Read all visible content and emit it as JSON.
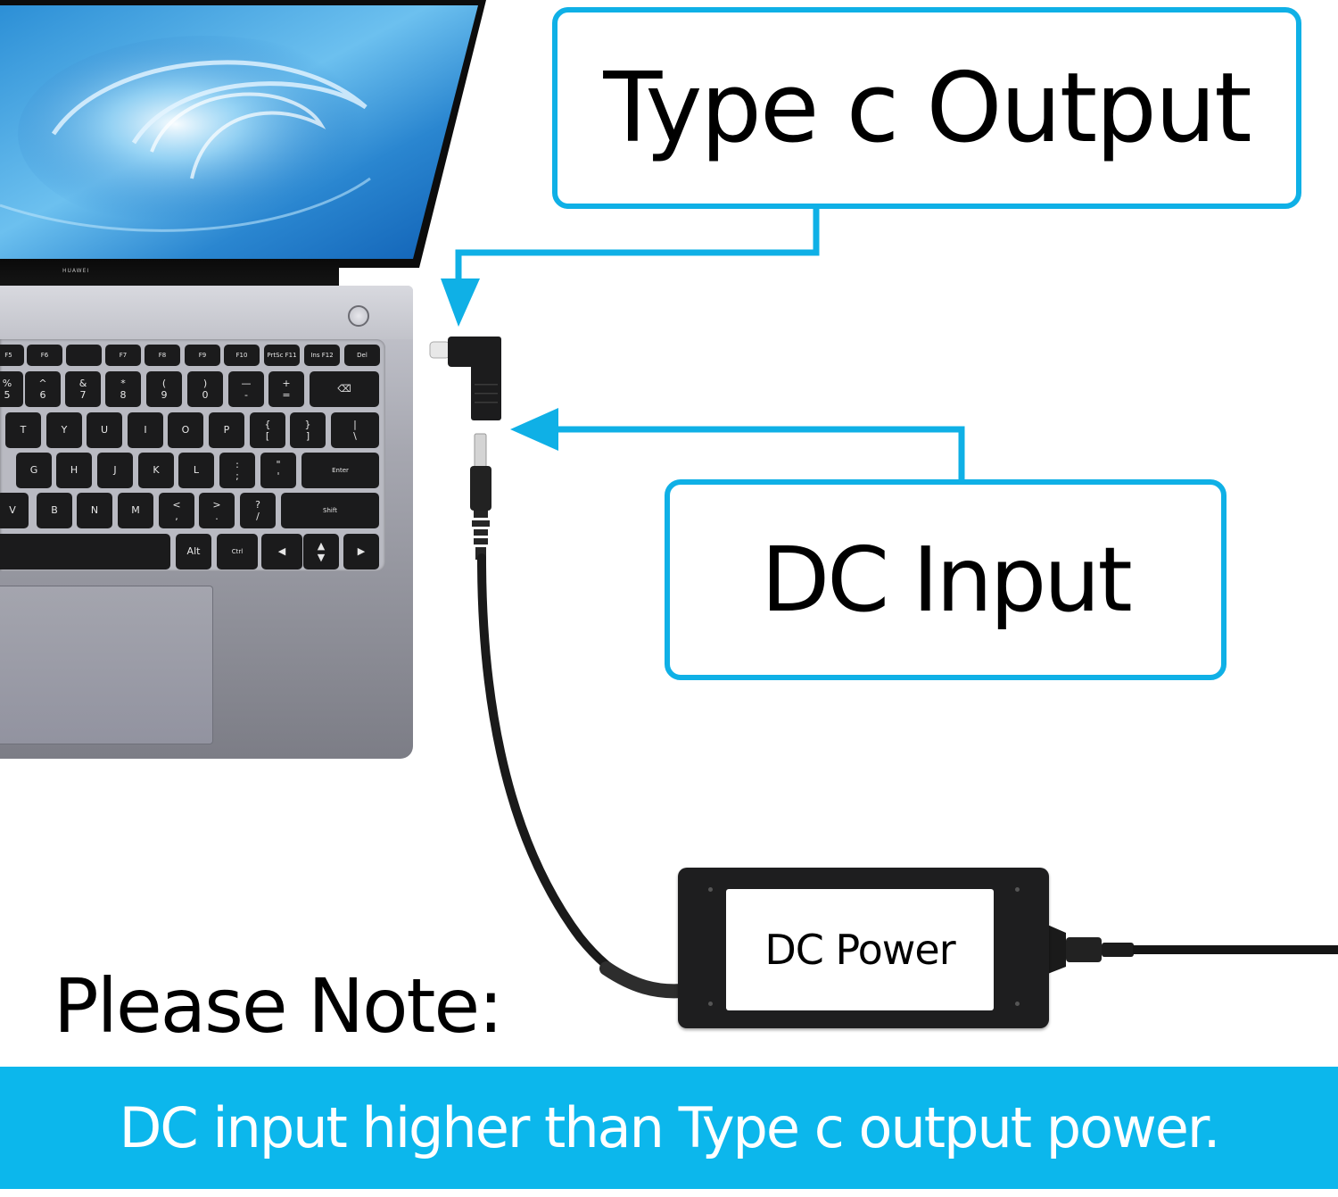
{
  "callouts": {
    "type_c_output": "Type c Output",
    "dc_input": "DC Input",
    "dc_power": "DC Power"
  },
  "note": {
    "title": "Please Note:",
    "message": "DC input higher than Type c output power."
  },
  "laptop": {
    "brand": "HUAWEI",
    "keyboard_rows": [
      [
        "F5",
        "F6",
        "",
        "F7",
        "F8",
        "F9",
        "F10",
        "PrtSc F11",
        "Ins F12",
        "Del"
      ],
      [
        "%\n5",
        "^\n6",
        "&\n7",
        "*\n8",
        "(\n9",
        ")\n0",
        "—\n-",
        "+\n=",
        "⌫"
      ],
      [
        "T",
        "Y",
        "U",
        "I",
        "O",
        "P",
        "{\n[",
        "}\n]",
        "|\n\\"
      ],
      [
        "G",
        "H",
        "J",
        "K",
        "L",
        ":\n;",
        "\"\n'",
        "Enter"
      ],
      [
        "V",
        "B",
        "N",
        "M",
        "<\n,",
        ">\n.",
        "?\n/",
        "Shift"
      ],
      [
        "",
        "Alt",
        "Ctrl",
        "◀",
        "▲\n▼",
        "▶"
      ]
    ]
  },
  "colors": {
    "accent_blue": "#0fb0e6",
    "banner_blue": "#0cb7ec",
    "adapter_black": "#1e1e1f",
    "text_black": "#000000",
    "text_white": "#ffffff"
  }
}
